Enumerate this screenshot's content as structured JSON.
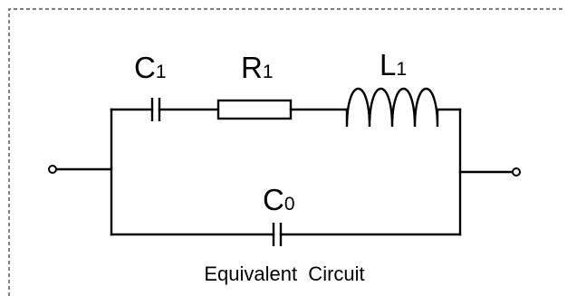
{
  "diagram": {
    "components": {
      "c1": {
        "symbol": "C",
        "subscript": "1"
      },
      "r1": {
        "symbol": "R",
        "subscript": "1"
      },
      "l1": {
        "symbol": "L",
        "subscript": "1"
      },
      "c0": {
        "symbol": "C",
        "subscript": "0"
      }
    },
    "caption": "Equivalent  Circuit"
  }
}
